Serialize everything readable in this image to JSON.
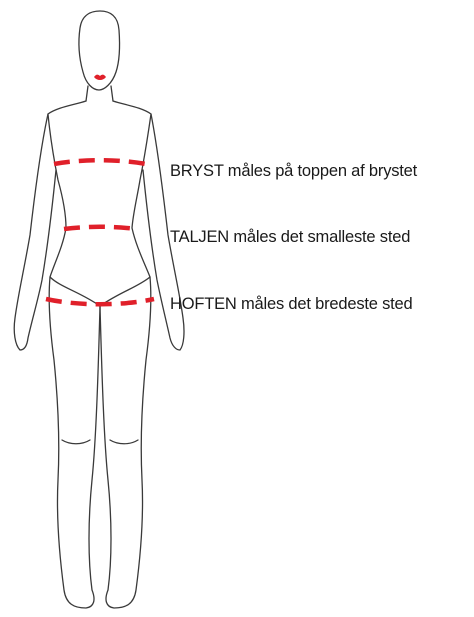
{
  "labels": {
    "bust": "BRYST måles på toppen af brystet",
    "waist": "TALJEN måles det smalleste sted",
    "hip": "HOFTEN måles det bredeste sted"
  },
  "colors": {
    "outline": "#3a3a3a",
    "measure_line": "#e0202a",
    "lips": "#e0202a",
    "text": "#1a1a1a"
  }
}
